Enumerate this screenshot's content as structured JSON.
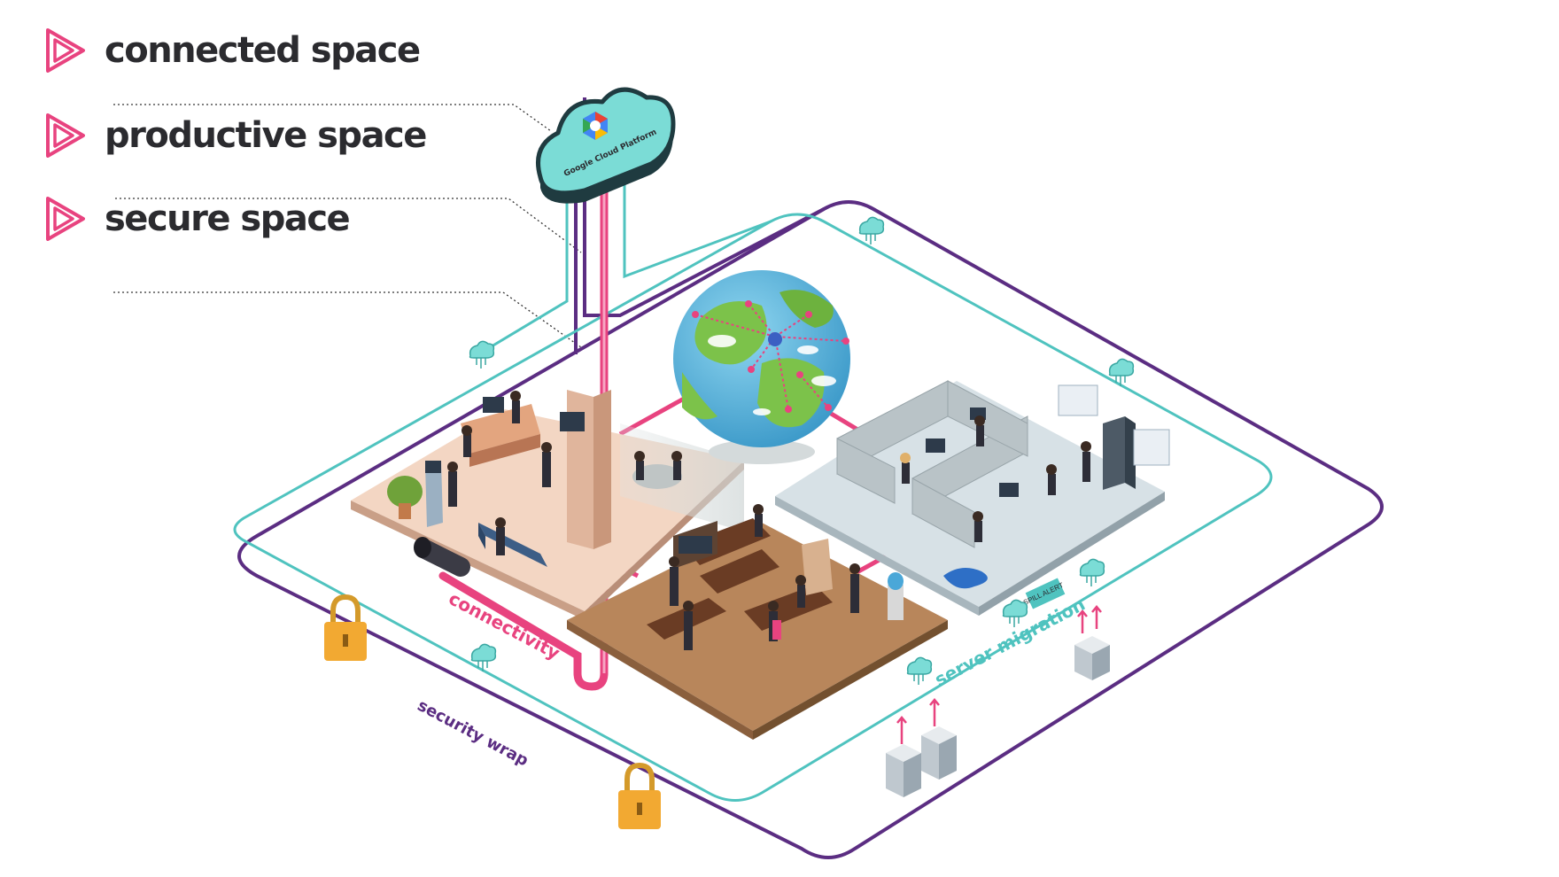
{
  "features": [
    {
      "label": "connected space",
      "icon": "play-triangle-icon"
    },
    {
      "label": "productive space",
      "icon": "play-triangle-icon"
    },
    {
      "label": "secure space",
      "icon": "play-triangle-icon"
    }
  ],
  "cloud": {
    "label": "Google Cloud Platform",
    "icon": "gcp-logo-icon"
  },
  "paths": {
    "connectivity": "connectivity",
    "server_migration": "server migration",
    "security_wrap": "security wrap"
  },
  "signs": {
    "spill_alert": "SPILL ALERT"
  },
  "colors": {
    "teal": "#4fc3bf",
    "purple": "#5b2d82",
    "pink": "#e8437f",
    "text": "#2b2b2f",
    "lock": "#f2a932"
  }
}
